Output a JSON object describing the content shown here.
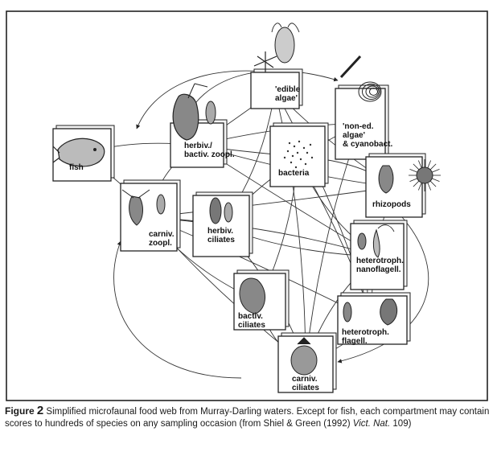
{
  "diagram": {
    "nodes": [
      {
        "id": "fish",
        "label_lines": [
          "fish"
        ]
      },
      {
        "id": "herbiv_zoopl",
        "label_lines": [
          "herbiv./",
          "bactiv. zoopl."
        ]
      },
      {
        "id": "edible_algae",
        "label_lines": [
          "'edible",
          "algae'"
        ]
      },
      {
        "id": "non_edible_algae",
        "label_lines": [
          "'non-ed.",
          "algae'",
          "& cyanobact."
        ]
      },
      {
        "id": "bacteria",
        "label_lines": [
          "bacteria"
        ]
      },
      {
        "id": "rhizopods",
        "label_lines": [
          "rhizopods"
        ]
      },
      {
        "id": "carniv_zoopl",
        "label_lines": [
          "carniv.",
          "zoopl."
        ]
      },
      {
        "id": "herbiv_ciliates",
        "label_lines": [
          "herbiv.",
          "ciliates"
        ]
      },
      {
        "id": "heterotroph_nanoflagell",
        "label_lines": [
          "heterotroph.",
          "nanoflagell."
        ]
      },
      {
        "id": "bactiv_ciliates",
        "label_lines": [
          "bactiv.",
          "ciliates"
        ]
      },
      {
        "id": "heterotroph_flagell",
        "label_lines": [
          "heterotroph.",
          "flagell."
        ]
      },
      {
        "id": "carniv_ciliates",
        "label_lines": [
          "carniv.",
          "ciliates"
        ]
      }
    ]
  },
  "caption": {
    "label": "Figure",
    "number": "2",
    "text_1": " Simplified microfaunal food web from Murray-Darling waters. Except for fish, each compartment may contain scores to hundreds of species on any sampling occasion (from Shiel & Green (1992) ",
    "journal": "Vict. Nat.",
    "text_2": " 109)"
  }
}
